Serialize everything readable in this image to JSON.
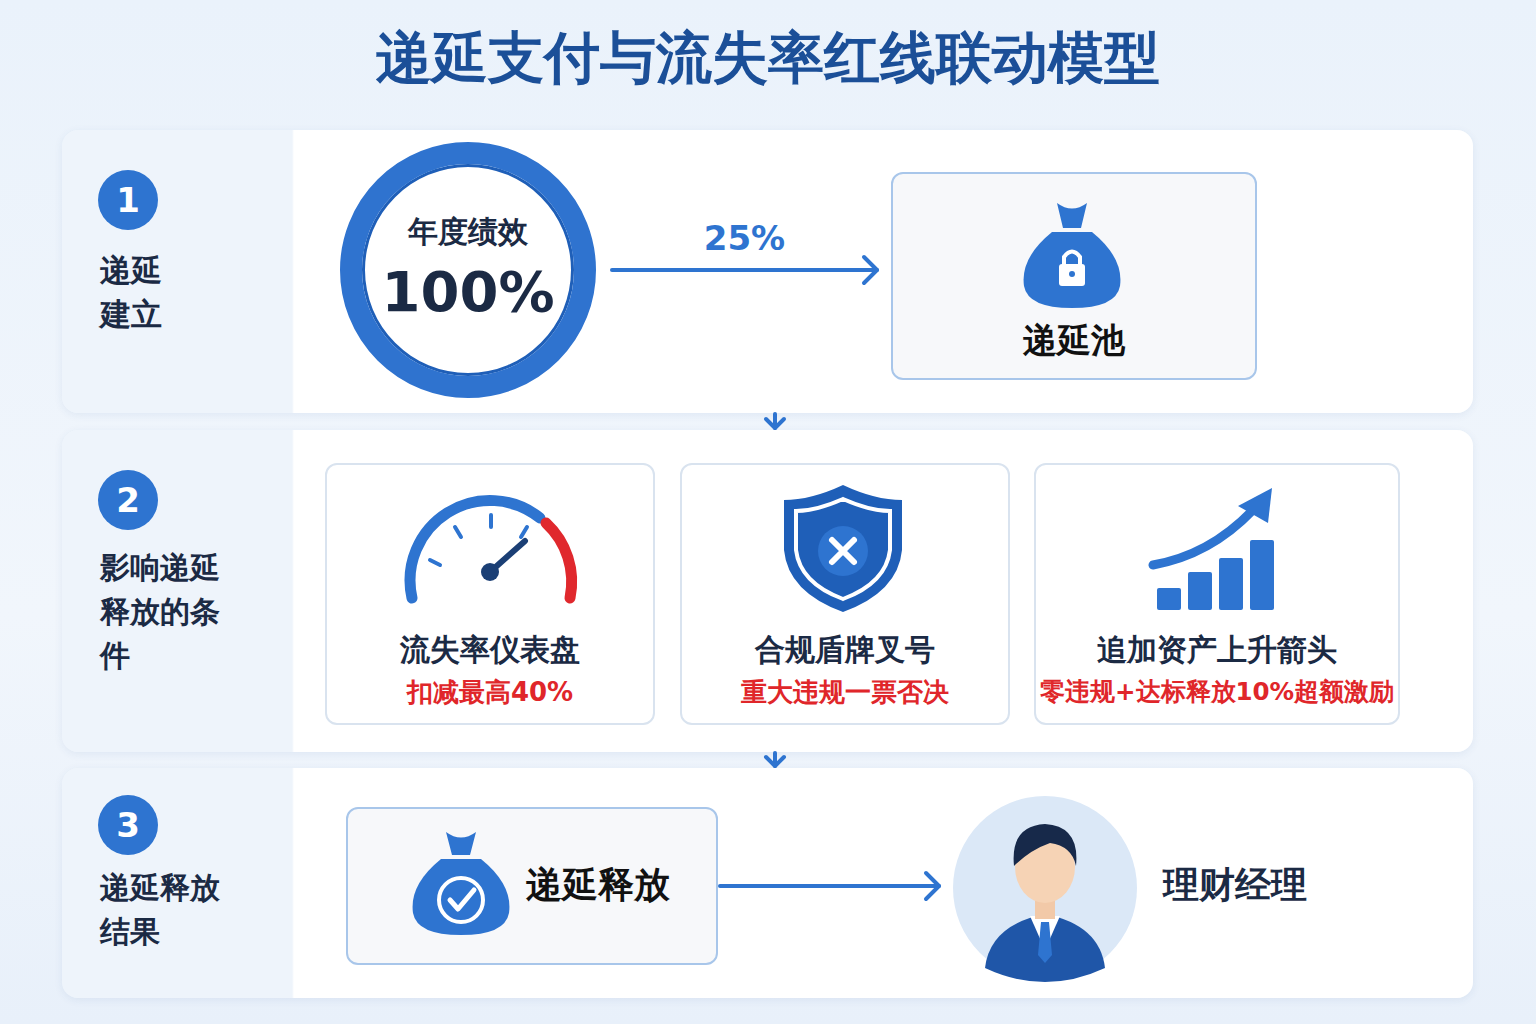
{
  "diagram": {
    "title": "递延支付与流失率红线联动模型",
    "nodes": [
      {
        "text": [
          "递延 建立"
        ]
      },
      {
        "text": [
          "1"
        ],
        "in": 0
      },
      {
        "text": [
          "年度绩效",
          "100%"
        ],
        "in": 0
      },
      {
        "text": [
          "递延池"
        ],
        "in": 0
      },
      {
        "text": [
          "影响递延 释放的条件"
        ]
      },
      {
        "text": [
          "2"
        ],
        "in": 4
      },
      {
        "text": [
          "流失率仪表盘",
          "扣减最高40%"
        ],
        "in": 4
      },
      {
        "text": [
          "合规盾牌叉号",
          "重大违规一票否决"
        ],
        "in": 4
      },
      {
        "text": [
          "追加资产上升箭头",
          "零违规+达标释放10%超额激励"
        ],
        "in": 4
      },
      {
        "text": [
          "递延释放 结果"
        ]
      },
      {
        "text": [
          "3"
        ],
        "in": 9
      },
      {
        "text": [
          "递延释放"
        ],
        "in": 9
      },
      {
        "text": [
          "理财经理"
        ],
        "in": 9
      }
    ],
    "edges": [
      {
        "from": 2,
        "to": 3,
        "label": "25%",
        "arrow": "to"
      },
      {
        "from": 0,
        "to": 4,
        "arrow": "to"
      },
      {
        "from": 4,
        "to": 9,
        "arrow": "to"
      },
      {
        "from": 11,
        "to": 12,
        "arrow": "to"
      }
    ]
  }
}
